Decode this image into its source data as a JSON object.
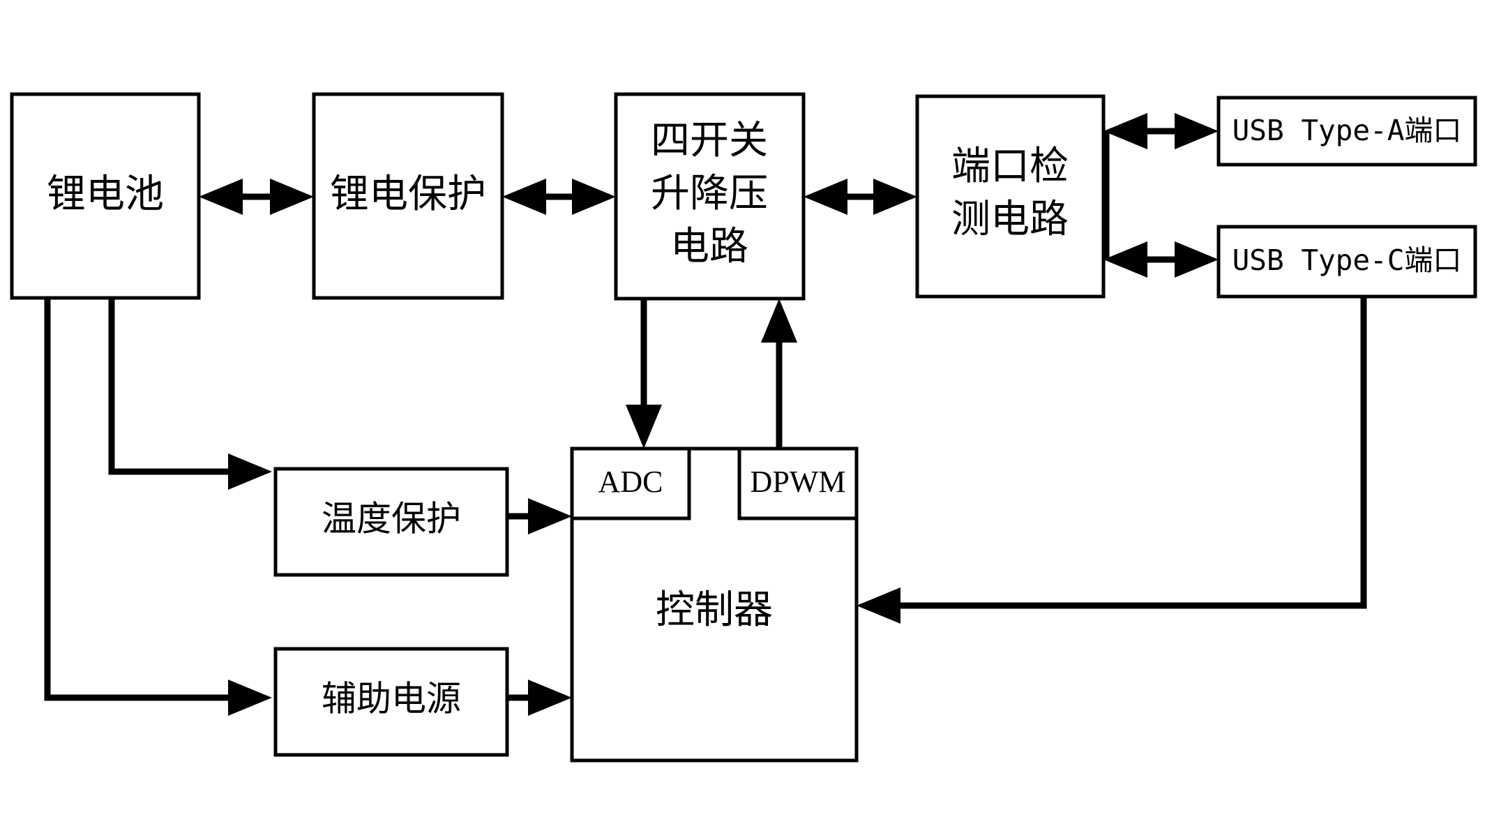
{
  "diagram": {
    "title": "Lithium battery power management block diagram",
    "background_color": "#ffffff",
    "line_color": "#000000",
    "blocks": {
      "battery": {
        "label": "锂电池"
      },
      "battery_protection": {
        "label": "锂电保护"
      },
      "buck_boost": {
        "line1": "四开关",
        "line2": "升降压",
        "line3": "电路"
      },
      "port_detect": {
        "line1": "端口检",
        "line2": "测电路"
      },
      "usb_type_a": {
        "label": "USB Type-A端口"
      },
      "usb_type_c": {
        "label": "USB Type-C端口"
      },
      "temperature_protection": {
        "label": "温度保护"
      },
      "auxiliary_power": {
        "label": "辅助电源"
      },
      "controller": {
        "label": "控制器"
      },
      "adc": {
        "label": "ADC"
      },
      "dpwm": {
        "label": "DPWM"
      }
    },
    "connections": [
      {
        "from": "battery",
        "to": "battery_protection",
        "kind": "bidirectional"
      },
      {
        "from": "battery_protection",
        "to": "buck_boost",
        "kind": "bidirectional"
      },
      {
        "from": "buck_boost",
        "to": "port_detect",
        "kind": "bidirectional"
      },
      {
        "from": "port_detect",
        "to": "usb_type_a",
        "kind": "bidirectional"
      },
      {
        "from": "port_detect",
        "to": "usb_type_c",
        "kind": "bidirectional"
      },
      {
        "from": "battery",
        "to": "temperature_protection",
        "kind": "directed"
      },
      {
        "from": "battery",
        "to": "auxiliary_power",
        "kind": "directed"
      },
      {
        "from": "temperature_protection",
        "to": "adc",
        "kind": "directed"
      },
      {
        "from": "auxiliary_power",
        "to": "controller",
        "kind": "directed"
      },
      {
        "from": "buck_boost",
        "to": "adc",
        "kind": "directed"
      },
      {
        "from": "dpwm",
        "to": "buck_boost",
        "kind": "directed"
      },
      {
        "from": "usb_type_c",
        "to": "controller",
        "kind": "directed"
      }
    ]
  }
}
